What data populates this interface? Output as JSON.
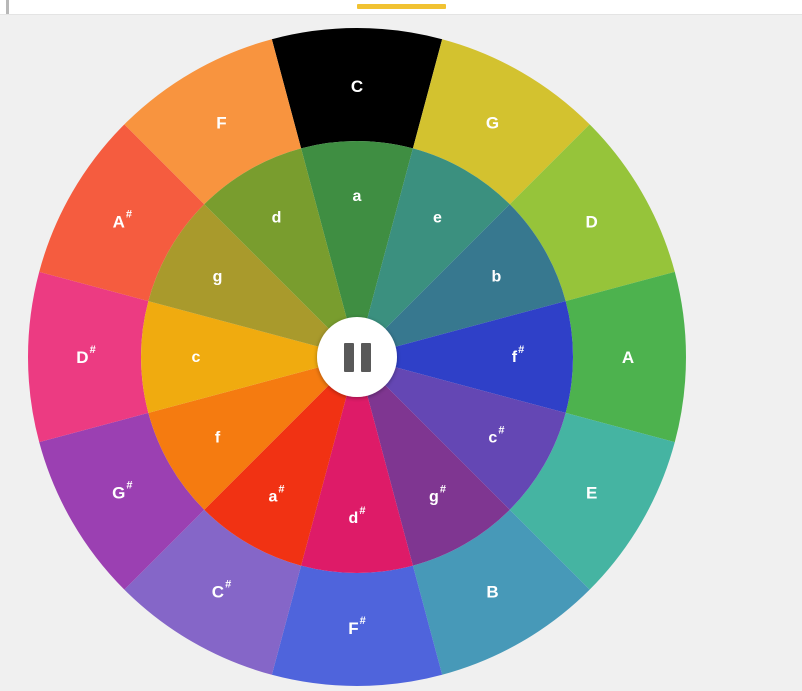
{
  "topbar": {
    "indicator_color": "#f1c232"
  },
  "wheel": {
    "outer_ring": [
      {
        "label": "C",
        "color": "#000000"
      },
      {
        "label": "G",
        "color": "#d3c22f"
      },
      {
        "label": "D",
        "color": "#96c43a"
      },
      {
        "label": "A",
        "color": "#4db24e"
      },
      {
        "label": "E",
        "color": "#45b4a2"
      },
      {
        "label": "B",
        "color": "#4799b8"
      },
      {
        "label": "F#",
        "color": "#4f64dc"
      },
      {
        "label": "C#",
        "color": "#8566c8"
      },
      {
        "label": "G#",
        "color": "#9b40b2"
      },
      {
        "label": "D#",
        "color": "#ec3b82"
      },
      {
        "label": "A#",
        "color": "#f55c3f"
      },
      {
        "label": "F",
        "color": "#f8943f"
      }
    ],
    "inner_ring": [
      {
        "label": "a",
        "color": "#3f8e42"
      },
      {
        "label": "e",
        "color": "#3b907f"
      },
      {
        "label": "b",
        "color": "#37788f"
      },
      {
        "label": "f#",
        "color": "#2f40c8"
      },
      {
        "label": "c#",
        "color": "#6447b4"
      },
      {
        "label": "g#",
        "color": "#7f3691"
      },
      {
        "label": "d#",
        "color": "#de1b68"
      },
      {
        "label": "a#",
        "color": "#f13213"
      },
      {
        "label": "f",
        "color": "#f57b10"
      },
      {
        "label": "c",
        "color": "#f0ab0f"
      },
      {
        "label": "g",
        "color": "#a99a2c"
      },
      {
        "label": "d",
        "color": "#799d2e"
      }
    ],
    "center_button": {
      "icon": "pause-icon",
      "background": "#ffffff",
      "icon_color": "#595959"
    }
  }
}
